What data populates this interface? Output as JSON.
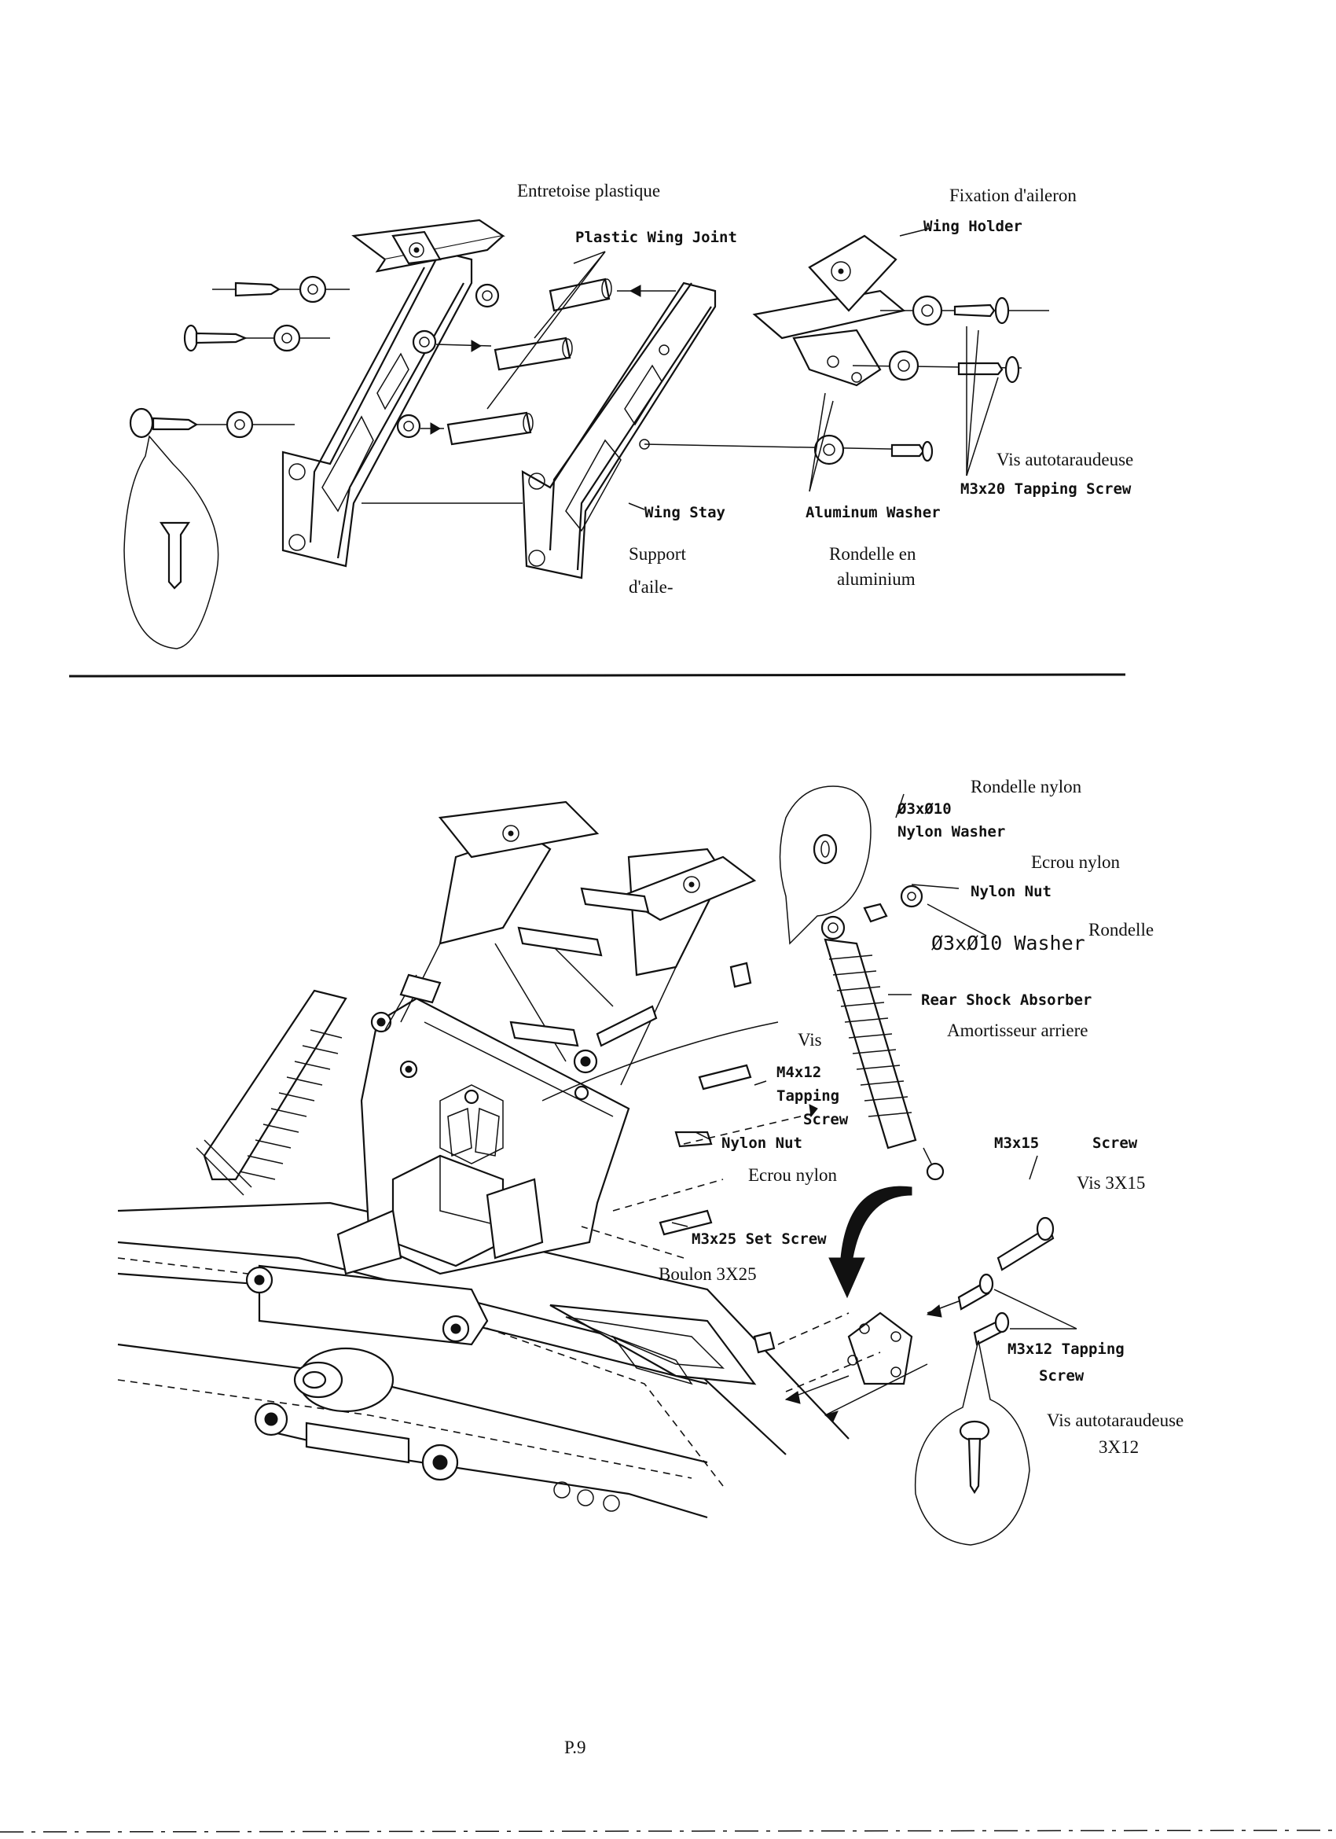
{
  "top_figure": {
    "labels": {
      "entretoise_plastique": "Entretoise plastique",
      "plastic_wing_joint": "Plastic Wing Joint",
      "fixation_aileron": "Fixation d'aileron",
      "wing_holder": "Wing Holder",
      "vis_autotaraudeuse": "Vis autotaraudeuse",
      "m3x20_tapping_screw": "M3x20 Tapping Screw",
      "wing_stay": "Wing Stay",
      "support": "Support",
      "daile": "d'aile-",
      "aluminum_washer": "Aluminum Washer",
      "rondelle_en": "Rondelle en",
      "aluminium": "aluminium"
    }
  },
  "bottom_figure": {
    "labels": {
      "rondelle_nylon": "Rondelle nylon",
      "nylon_washer_size": "Ø3xØ10",
      "nylon_washer": "Nylon Washer",
      "ecrou_nylon_top": "Ecrou nylon",
      "nylon_nut_top": "Nylon Nut",
      "rondelle": "Rondelle",
      "washer_3x10": "Ø3xØ10 Washer",
      "rear_shock_absorber": "Rear Shock Absorber",
      "amortisseur_arriere": "Amortisseur arriere",
      "vis": "Vis",
      "m4x12": "M4x12",
      "tapping": "Tapping",
      "screw": "Screw",
      "nylon_nut_mid": "Nylon Nut",
      "ecrou_nylon_mid": "Ecrou nylon",
      "m3x25_set_screw": "M3x25 Set Screw",
      "boulon_3x25": "Boulon 3X25",
      "m3x15": "M3x15",
      "screw_right": "Screw",
      "vis_3x15": "Vis 3X15",
      "m3x12_tapping": "M3x12 Tapping",
      "screw_bottom": "Screw",
      "vis_autotaraudeuse": "Vis autotaraudeuse",
      "size_3x12": "3X12"
    }
  },
  "page_number": "P.9"
}
